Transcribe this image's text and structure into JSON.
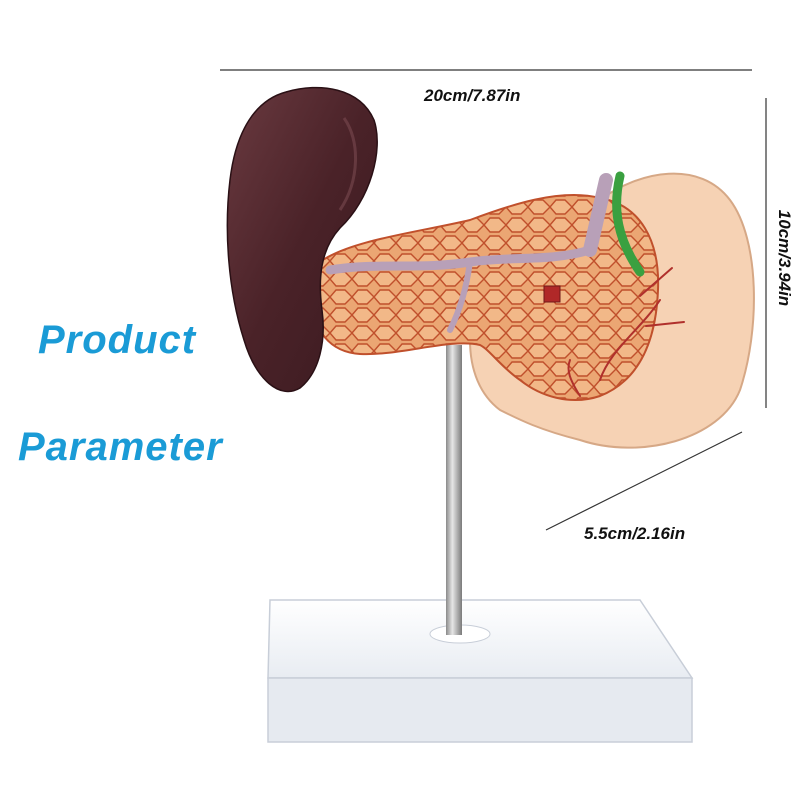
{
  "heading": {
    "line1": "Product",
    "line2": "Parameter"
  },
  "dimensions": {
    "width_label": "20cm/7.87in",
    "height_label": "10cm/3.94in",
    "depth_label": "5.5cm/2.16in"
  },
  "colors": {
    "heading": "#1a9bd6",
    "dimension_text": "#111111",
    "spleen": "#4a2228",
    "pancreas": "#e8a070",
    "duodenum": "#f6d2b4",
    "vessel": "#b8a0b8",
    "bile_duct": "#3aa040",
    "base": "#f2f4f8"
  }
}
